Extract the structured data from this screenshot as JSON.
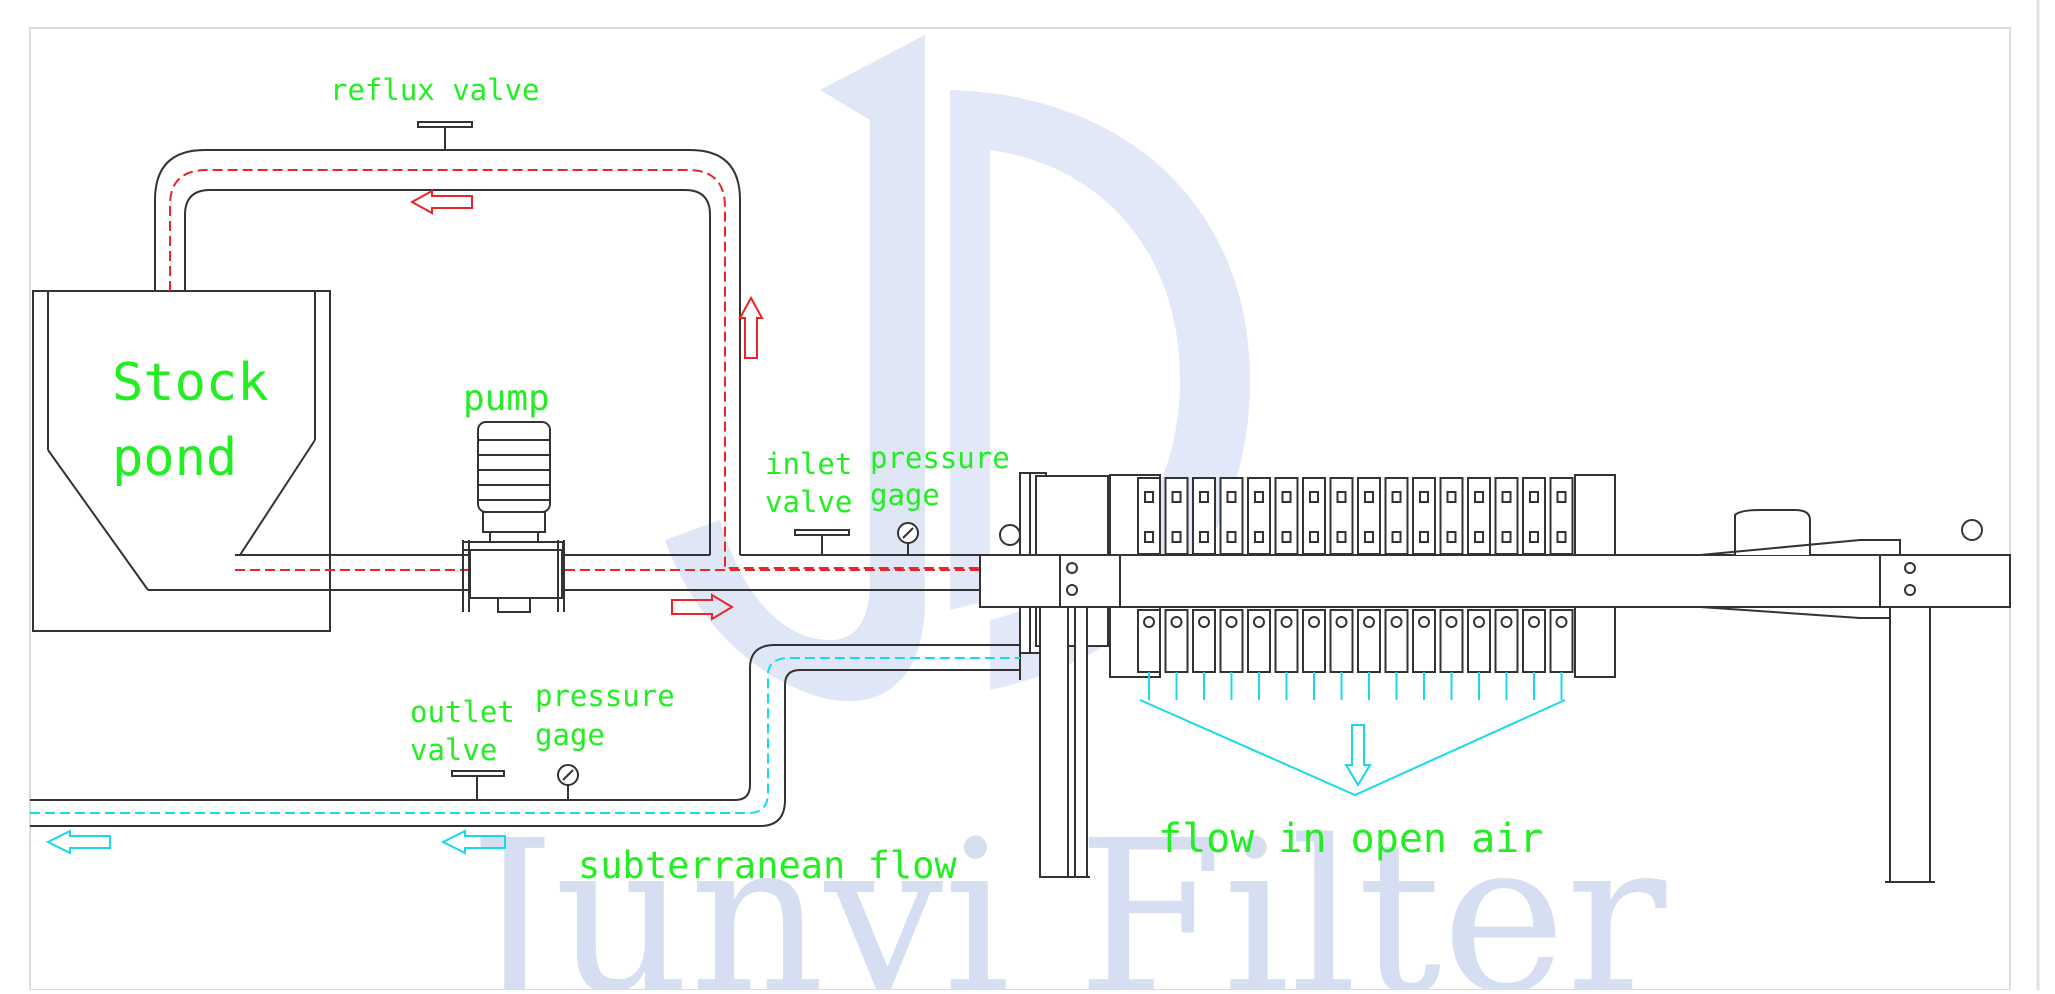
{
  "watermark": {
    "text": "Junyi Filter"
  },
  "labels": {
    "reflux_valve": "reflux valve",
    "stock_pond_line1": "Stock",
    "stock_pond_line2": "pond",
    "pump": "pump",
    "inlet_valve_line1": "inlet",
    "inlet_valve_line2": "valve",
    "inlet_pressure_line1": "pressure",
    "inlet_pressure_line2": "gage",
    "outlet_valve_line1": "outlet",
    "outlet_valve_line2": "valve",
    "outlet_pressure_line1": "pressure",
    "outlet_pressure_line2": "gage",
    "subterranean_flow": "subterranean flow",
    "open_air_flow": "flow in open air"
  },
  "colors": {
    "line": "#333333",
    "reflux_flow": "#e8262a",
    "filtrate_flow": "#19d8e8",
    "label_text": "#22ee22",
    "watermark": "#d6dff2",
    "border": "#dcdcdc"
  }
}
